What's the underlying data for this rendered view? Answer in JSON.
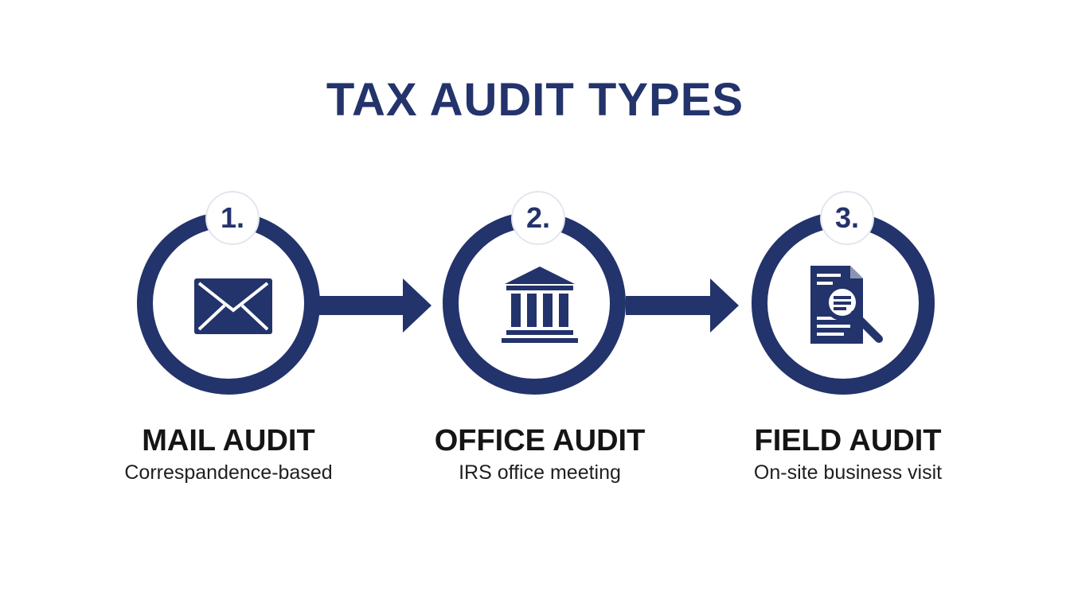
{
  "title": "TAX AUDIT TYPES",
  "colors": {
    "navy": "#23336b",
    "text": "#151515"
  },
  "steps": [
    {
      "number": "1.",
      "label": "MAIL AUDIT",
      "description": "Correspandence-based",
      "icon": "envelope-icon"
    },
    {
      "number": "2.",
      "label": "OFFICE AUDIT",
      "description": "IRS office meeting",
      "icon": "bank-building-icon"
    },
    {
      "number": "3.",
      "label": "FIELD AUDIT",
      "description": "On-site business visit",
      "icon": "document-search-icon"
    }
  ]
}
